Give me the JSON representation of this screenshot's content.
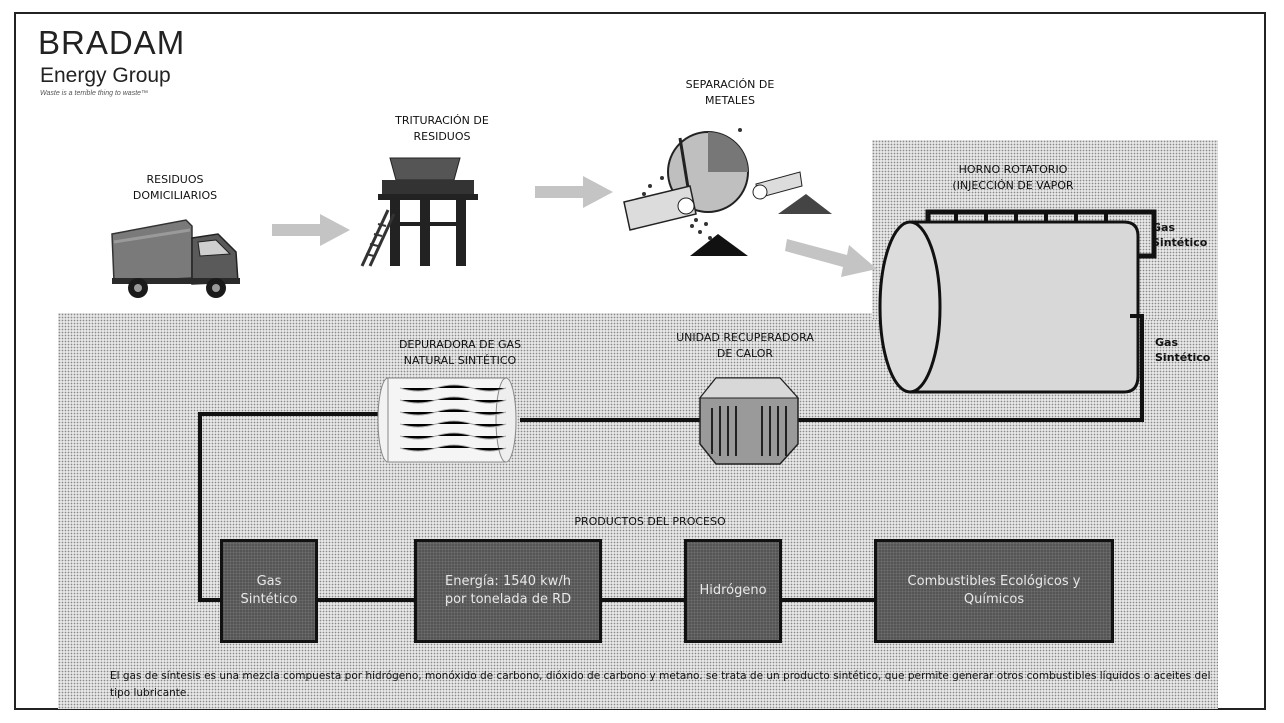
{
  "logo": {
    "title": "BRADAM",
    "subtitle": "Energy Group",
    "tagline": "Waste is a terrible thing to waste™"
  },
  "steps": {
    "residuos": "RESIDUOS\nDOMICILIARIOS",
    "trituracion": "TRITURACIÓN DE\nRESIDUOS",
    "separacion": "SEPARACIÓN DE\nMETALES",
    "horno": "HORNO ROTATORIO\n(INJECCIÓN DE VAPOR",
    "depuradora": "DEPURADORA DE GAS\nNATURAL SINTÉTICO",
    "unidad": "UNIDAD RECUPERADORA\nDE CALOR"
  },
  "gas_labels": {
    "top": "Gas\nSintético",
    "side": "Gas\nSintético"
  },
  "products": {
    "title": "PRODUCTOS DEL PROCESO",
    "items": [
      "Gas\nSintético",
      "Energía: 1540 kw/h\npor tonelada de RD",
      "Hidrógeno",
      "Combustibles Ecológicos y\nQuímicos"
    ]
  },
  "footer": "El gas de síntesis es una mezcla compuesta por hidrógeno, monóxido de carbono, dióxido de carbono y metano. se trata de un producto sintético, que permite generar otros combustibles líquidos o aceites del tipo lubricante."
}
